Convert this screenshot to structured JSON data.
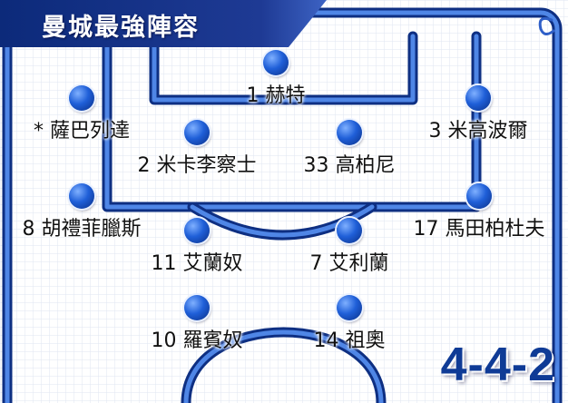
{
  "title": "曼城最強陣容",
  "formation": "4-4-2",
  "colors": {
    "banner": "#1e3a94",
    "pitch_line": "#2f5fc8",
    "player_dot": "#1f5fd8",
    "formation_text": "#0f3b96"
  },
  "players": [
    {
      "id": "gk",
      "label": "1 赫特"
    },
    {
      "id": "lb",
      "label": "* 薩巴列達"
    },
    {
      "id": "rb",
      "label": "3 米高波爾"
    },
    {
      "id": "lcb",
      "label": "2 米卡李察士"
    },
    {
      "id": "rcb",
      "label": "33 高柏尼"
    },
    {
      "id": "lm",
      "label": "8 胡禮菲臘斯"
    },
    {
      "id": "rm",
      "label": "17 馬田柏杜夫"
    },
    {
      "id": "lcm",
      "label": "11 艾蘭奴"
    },
    {
      "id": "rcm",
      "label": "7 艾利蘭"
    },
    {
      "id": "lf",
      "label": "10 羅賓奴"
    },
    {
      "id": "rf",
      "label": "14 祖奧"
    }
  ]
}
